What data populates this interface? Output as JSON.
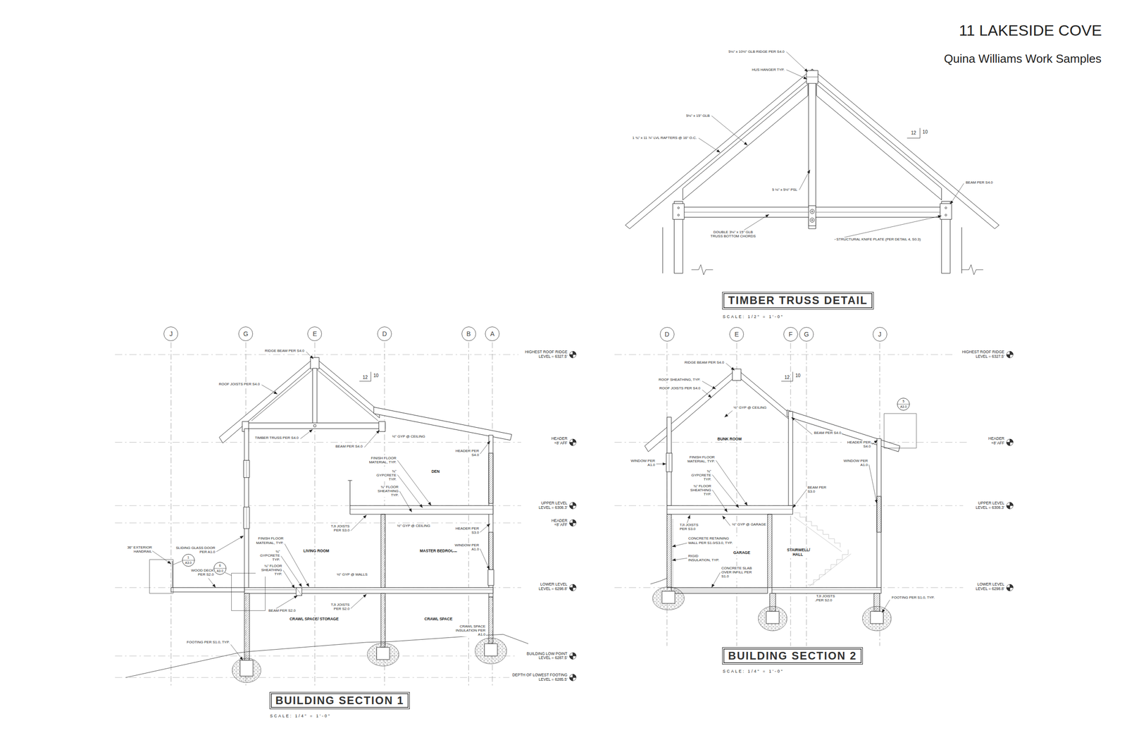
{
  "diagram": {
    "title": "11 LAKESIDE COVE",
    "nodes": [
      {
        "text": [
          "TIMBER TRUSS DETAIL"
        ]
      },
      {
        "text": [
          "J"
        ]
      },
      {
        "text": [
          "G"
        ]
      },
      {
        "text": [
          "E"
        ]
      },
      {
        "text": [
          "D"
        ]
      },
      {
        "text": [
          "B"
        ]
      },
      {
        "text": [
          "A"
        ]
      },
      {
        "text": [
          "1",
          "A3.0"
        ]
      },
      {
        "text": [
          "6",
          "A3.0"
        ]
      },
      {
        "text": [
          "BUILDING SECTION 1"
        ]
      },
      {
        "text": [
          "D"
        ]
      },
      {
        "text": [
          "E"
        ]
      },
      {
        "text": [
          "F"
        ]
      },
      {
        "text": [
          "G"
        ]
      },
      {
        "text": [
          "J"
        ]
      },
      {
        "text": [
          "5",
          "A3.0"
        ]
      },
      {
        "text": [
          "BUILDING SECTION 2"
        ]
      }
    ],
    "labels": [
      "Quina Williams Work Samples",
      "5⅛\" x 10½\" GLB RIDGE PER S4.0",
      "HUS HANGER TYP.",
      "5⅛\" x 15\" GLB",
      "1 ¾\" x 11 ⅞\" LVL RAFTERS @ 16\" O.C.",
      "12",
      "10",
      "5 ⅛\" x 5½\" PSL",
      "BEAM PER S4.0",
      "DOUBLE 3⅛\" x 15\" GLB TRUSS BOTTOM CHORDS",
      "STRUCTURAL KNIFE PLATE (PER DETAIL 4, S0.3)",
      "SCALE: 1/2\" = 1'-0\"",
      "HIGHEST ROOF RIDGE LEVEL = 6327.5'",
      "HEADER +8' AFF",
      "UPPER LEVEL LEVEL = 6308.3'",
      "HEADER +8' AFF",
      "LOWER LEVEL LEVEL = 6298.8'",
      "BUILDING LOW POINT LEVEL = 6287.5'",
      "DEPTH OF LOWEST FOOTING LEVEL = 6285.5'",
      "RIDGE BEAM PER S4.0",
      "ROOF JOISTS PER S4.0",
      "12",
      "10",
      "TIMBER TRUSS PER S4.0",
      "BEAM PER S4.0",
      "½\" GYP @ CEILING",
      "HEADER PER S4.0",
      "FINISH FLOOR MATERIAL, TYP.",
      "DEN",
      "¾\" GYPCRETE TYP.",
      "¾\" FLOOR SHEATHING TYP.",
      "TJI JOISTS PER S3.0",
      "½\" GYP @ CEILING",
      "HEADER PER S3.0",
      "LIVING ROOM",
      "MASTER BEDROOM",
      "WINDOW PER A1.0",
      "SLIDING GLASS DOOR PER A1.0",
      "FINISH FLOOR MATERIAL, TYP.",
      "¾\" GYPCRETE TYP.",
      "¾\" FLOOR SHEATHING TYP.",
      "36\" EXTERIOR HANDRAIL",
      "WOOD DECK PER S2.0",
      "½\" GYP @ WALLS",
      "TJI JOISTS PER S2.0",
      "BEAM PER S2.0",
      "CRAWL SPACE/ STORAGE",
      "CRAWL SPACE",
      "CRAWL SPACE INSULATION PER A1.0",
      "FOOTING PER S1.0, TYP.",
      "SCALE: 1/4\" = 1'-0\"",
      "HIGHEST ROOF RIDGE LEVEL = 6327.5'",
      "HEADER +8' AFF",
      "UPPER LEVEL LEVEL = 6308.3'",
      "LOWER LEVEL LEVEL = 6298.8'",
      "RIDGE BEAM PER S4.0",
      "ROOF SHEATHING, TYP.",
      "ROOF JOISTS PER S4.0",
      "12",
      "10",
      "½\" GYP @ CEILING",
      "BUNK ROOM",
      "BEAM PER S4.0",
      "HEADER PER S4.0",
      "WINDOW PER A1.0",
      "FINISH FLOOR MATERIAL, TYP.",
      "¾\" GYPCRETE TYP.",
      "¾\" FLOOR SHEATHING TYP.",
      "WINDOW PER A1.0",
      "BEAM PER S3.0",
      "TJI JOISTS PER S3.0",
      "½\" GYP @ GARAGE",
      "CONCRETE RETAINING WALL PER S1.0/S3.0, TYP.",
      "RIGID INSULATION, TYP.",
      "GARAGE",
      "STAIRWELL/ HALL",
      "CONCRETE SLAB OVER INFILL PER S1.0",
      "TJI JOISTS PER S2.0",
      "FOOTING PER S1.0, TYP.",
      "SCALE: 1/4\" = 1'-0\""
    ]
  }
}
